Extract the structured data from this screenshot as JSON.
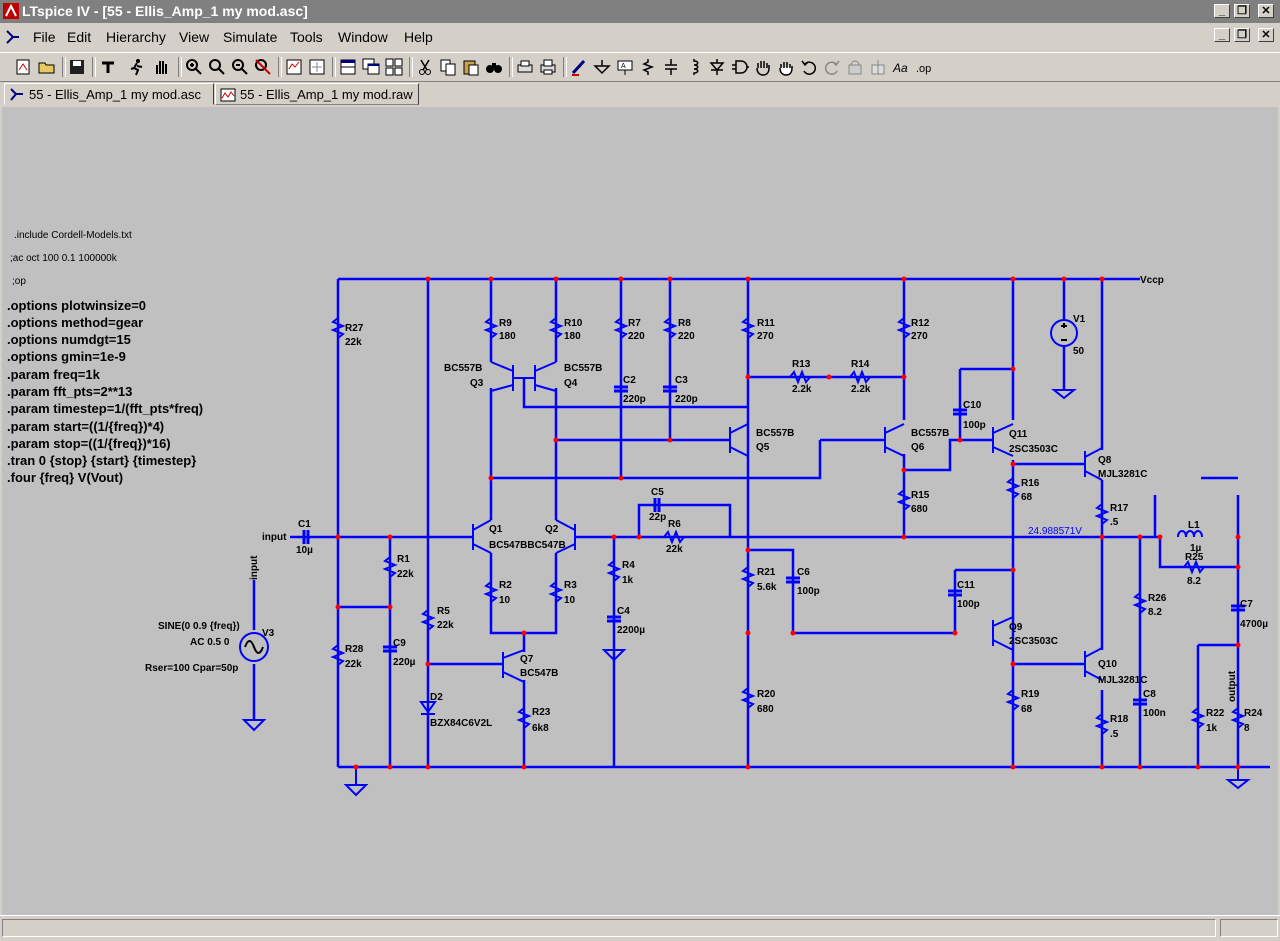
{
  "window": {
    "title": "LTspice IV - [55 - Ellis_Amp_1 my mod.asc]"
  },
  "menu": [
    "File",
    "Edit",
    "Hierarchy",
    "View",
    "Simulate",
    "Tools",
    "Window",
    "Help"
  ],
  "tabs": [
    {
      "label": "55 - Ellis_Amp_1 my mod.asc",
      "active": true
    },
    {
      "label": "55 - Ellis_Amp_1 my mod.raw",
      "active": false
    }
  ],
  "directives": {
    "small": [
      ".include Cordell-Models.txt",
      ";ac oct 100 0.1 100000k",
      ";op"
    ],
    "large": [
      ".options plotwinsize=0",
      ".options method=gear",
      ".options numdgt=15",
      ".options gmin=1e-9",
      ".param freq=1k",
      ".param fft_pts=2**13",
      ".param timestep=1/(fft_pts*freq)",
      ".param start=((1/{freq})*4)",
      ".param stop=((1/{freq})*16)",
      ".tran 0 {stop} {start} {timestep}",
      ".four {freq} V(Vout)"
    ]
  },
  "schematic": {
    "net_labels": {
      "vccp": "Vccp",
      "input": "input",
      "input_v": "input",
      "output": "output"
    },
    "node_voltage": "24.988571V",
    "source": {
      "sine": "SINE(0 0.9 {freq})",
      "ac": "AC 0.5 0",
      "rser": "Rser=100 Cpar=50p"
    },
    "labels": {
      "R27": "R27",
      "R27v": "22k",
      "R28": "R28",
      "R28v": "22k",
      "R1": "R1",
      "R1v": "22k",
      "C9": "C9",
      "C9v": "220µ",
      "C1": "C1",
      "C1v": "10µ",
      "R5": "R5",
      "R5v": "22k",
      "D2": "D2",
      "D2v": "BZX84C6V2L",
      "R9": "R9",
      "R9v": "180",
      "R10": "R10",
      "R10v": "180",
      "Q3m": "BC557B",
      "Q3": "Q3",
      "Q4m": "BC557B",
      "Q4": "Q4",
      "Q1": "Q1",
      "Q2": "Q2",
      "Q12m": "BC547BBC547B",
      "R2": "R2",
      "R2v": "10",
      "R3": "R3",
      "R3v": "10",
      "Q7": "Q7",
      "Q7m": "BC547B",
      "R23": "R23",
      "R23v": "6k8",
      "R7": "R7",
      "R7v": "220",
      "R8": "R8",
      "R8v": "220",
      "C2": "C2",
      "C2v": "220p",
      "C3": "C3",
      "C3v": "220p",
      "R4": "R4",
      "R4v": "1k",
      "C4": "C4",
      "C4v": "2200µ",
      "C5": "C5",
      "C5v": "22p",
      "R6": "R6",
      "R6v": "22k",
      "R11": "R11",
      "R11v": "270",
      "R13": "R13",
      "R13v": "2.2k",
      "R14": "R14",
      "R14v": "2.2k",
      "R12": "R12",
      "R12v": "270",
      "Q5m": "BC557B",
      "Q5": "Q5",
      "Q6m": "BC557B",
      "Q6": "Q6",
      "R15": "R15",
      "R15v": "680",
      "R21": "R21",
      "R21v": "5.6k",
      "C6": "C6",
      "C6v": "100p",
      "R20": "R20",
      "R20v": "680",
      "C10": "C10",
      "C10v": "100p",
      "Q11": "Q11",
      "Q11m": "2SC3503C",
      "R16": "R16",
      "R16v": "68",
      "C11": "C11",
      "C11v": "100p",
      "Q9": "Q9",
      "Q9m": "2SC3503C",
      "R19": "R19",
      "R19v": "68",
      "V1": "V1",
      "V1v": "50",
      "Q8": "Q8",
      "Q8m": "MJL3281C",
      "R17": "R17",
      "R17v": ".5",
      "Q10": "Q10",
      "Q10m": "MJL3281C",
      "R18": "R18",
      "R18v": ".5",
      "R26": "R26",
      "R26v": "8.2",
      "C8": "C8",
      "C8v": "100n",
      "L1": "L1",
      "L1v": "1µ",
      "R25": "R25",
      "R25v": "8.2",
      "C7": "C7",
      "C7v": "4700µ",
      "R22": "R22",
      "R22v": "1k",
      "R24": "R24",
      "R24v": "8",
      "V3": "V3"
    }
  },
  "colors": {
    "wire": "#0000ff",
    "junction": "#ff0000",
    "canvas": "#c0c0c0",
    "text": "#000000"
  }
}
